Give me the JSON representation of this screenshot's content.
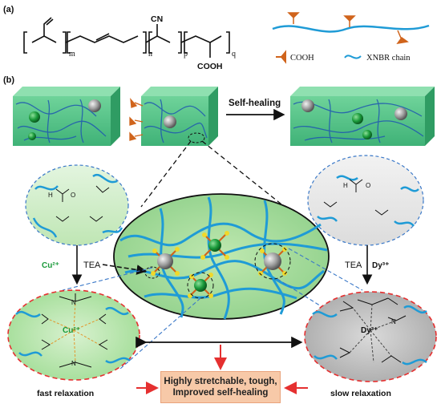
{
  "panel_a": {
    "label": "(a)",
    "subscripts": [
      "m",
      "n",
      "p",
      "q"
    ],
    "cn": "CN",
    "cooh": "COOH",
    "legend_cooh": "COOH",
    "legend_chain": "XNBR chain"
  },
  "panel_b": {
    "label": "(b)",
    "self_healing": "Self-healing",
    "left_cu": "Cu²⁺",
    "tea_left": "TEA",
    "tea_right": "TEA",
    "right_dy": "Dy³⁺",
    "cu_center": "Cu²⁺",
    "dy_center": "Dy³⁺",
    "fast": "fast relaxation",
    "slow": "slow relaxation",
    "result_line1": "Highly stretchable, tough,",
    "result_line2": "Improved self-healing",
    "chem_h": "H",
    "chem_o": "O",
    "chem_n": "N"
  },
  "colors": {
    "gel": "#4fc48a",
    "chain": "#1f9bd6",
    "copper": "#1a9a3a",
    "dysprosium": "#999999",
    "stalk": "#d0641c",
    "dash_red": "#e53030",
    "dash_blue": "#3a78c8"
  }
}
